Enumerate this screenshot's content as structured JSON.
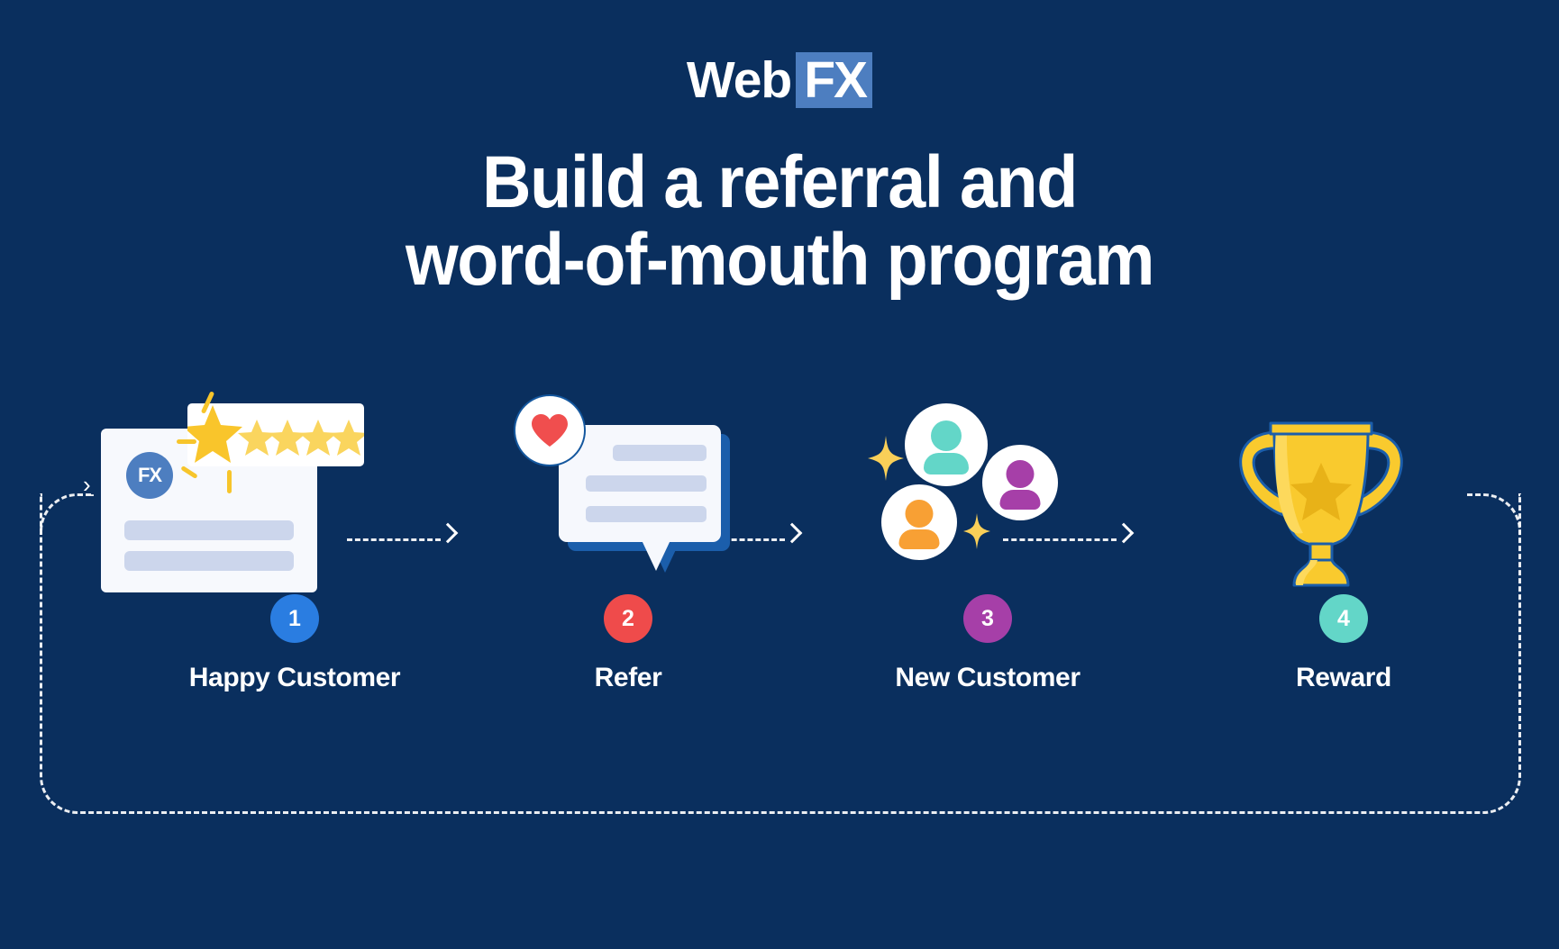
{
  "background_color": "#0a2f5e",
  "logo": {
    "name": "webfx-logo",
    "text_primary": "Web",
    "text_badge": "FX",
    "badge_bg": "#4d7ec0"
  },
  "headline": {
    "line1": "Build a referral and",
    "line2": "word-of-mouth program",
    "color": "#ffffff"
  },
  "flow": {
    "loop_style": "dashed-rounded-rectangle",
    "connector_style": "dashed-arrow",
    "steps": [
      {
        "number": "1",
        "label": "Happy Customer",
        "badge_color": "#2a7de1",
        "icon": "review-card-with-stars",
        "card": {
          "avatar_text": "FX",
          "avatar_color": "#4d7ec0",
          "star_count": 5,
          "star_color": "#f9c933",
          "placeholder_lines": 3
        }
      },
      {
        "number": "2",
        "label": "Refer",
        "badge_color": "#ef4b4b",
        "icon": "chat-bubble-with-heart",
        "bubble": {
          "heart_color": "#f04e4e",
          "placeholder_lines": 3,
          "shadow_color": "#1b5eab"
        }
      },
      {
        "number": "3",
        "label": "New Customer",
        "badge_color": "#a63fa8",
        "icon": "three-user-avatars-with-sparkles",
        "avatars": [
          {
            "name": "avatar-teal",
            "color": "#63d6c8"
          },
          {
            "name": "avatar-purple",
            "color": "#a63fa8"
          },
          {
            "name": "avatar-orange",
            "color": "#f8a034"
          }
        ],
        "sparkle_color": "#f9cf58"
      },
      {
        "number": "4",
        "label": "Reward",
        "badge_color": "#63d6c8",
        "icon": "gold-trophy-with-star",
        "trophy": {
          "body_color": "#f9ca2e",
          "highlight_color": "#fdd95c",
          "star_color": "#e8b218",
          "outline_color": "#1b5eab"
        }
      }
    ]
  }
}
